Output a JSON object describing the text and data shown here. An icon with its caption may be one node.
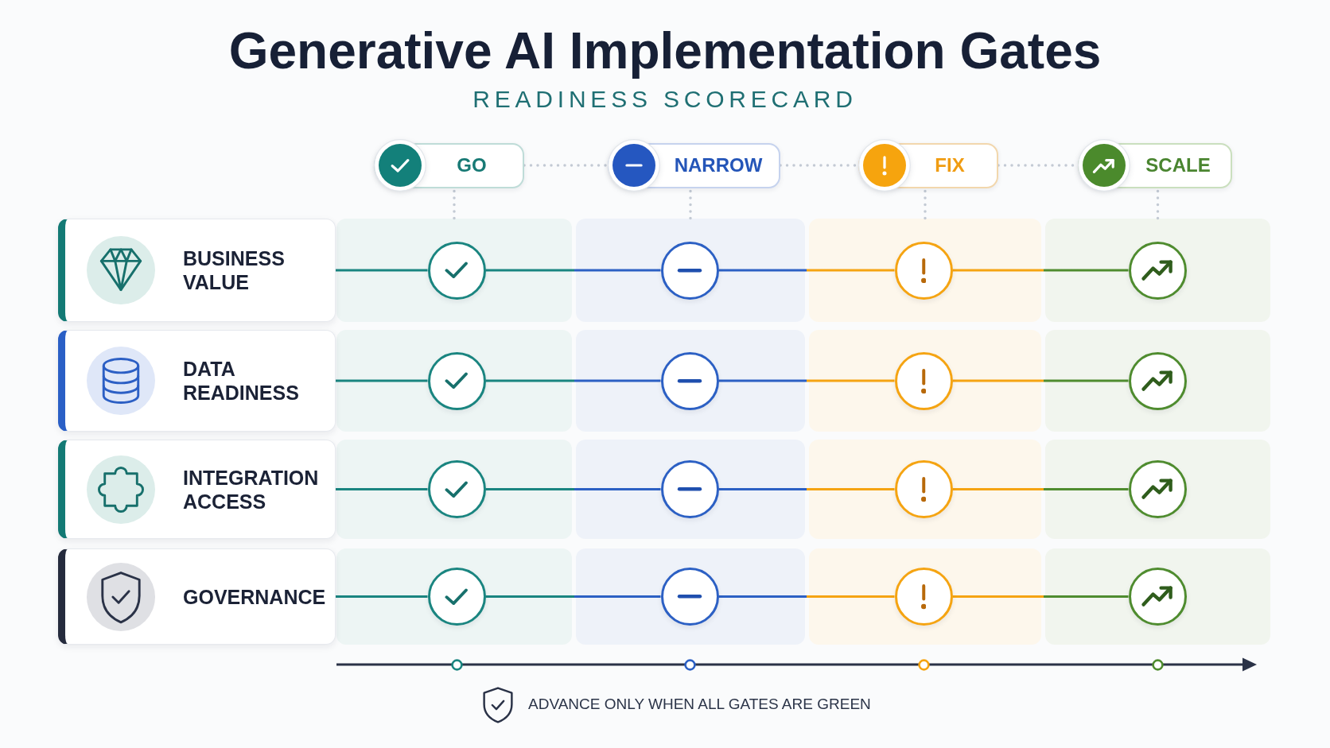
{
  "diagram": {
    "title": "Generative AI Implementation Gates",
    "nodes": [
      {
        "text": [
          "GO"
        ]
      },
      {
        "text": [
          "NARROW"
        ]
      },
      {
        "text": [
          "FIX"
        ]
      },
      {
        "text": [
          "SCALE"
        ]
      },
      {
        "text": [
          "BUSINESS VALUE"
        ]
      },
      {
        "text": [],
        "shape": "box"
      },
      {
        "text": [],
        "shape": "circle",
        "in": 5
      },
      {
        "text": [],
        "shape": "box"
      },
      {
        "text": [],
        "shape": "circle",
        "in": 7
      },
      {
        "text": [],
        "shape": "box"
      },
      {
        "text": [],
        "shape": "circle",
        "in": 9
      },
      {
        "text": [],
        "shape": "box"
      },
      {
        "text": [],
        "shape": "circle",
        "in": 11
      },
      {
        "text": [
          "DATA READINESS"
        ]
      },
      {
        "text": [],
        "shape": "box"
      },
      {
        "text": [],
        "shape": "circle",
        "in": 14
      },
      {
        "text": [],
        "shape": "box"
      },
      {
        "text": [],
        "shape": "circle",
        "in": 16
      },
      {
        "text": [],
        "shape": "box"
      },
      {
        "text": [],
        "shape": "circle",
        "in": 18
      },
      {
        "text": [],
        "shape": "box"
      },
      {
        "text": [],
        "shape": "circle",
        "in": 20
      },
      {
        "text": [
          "INTEGRATION ACCESS"
        ]
      },
      {
        "text": [],
        "shape": "box"
      },
      {
        "text": [],
        "shape": "circle",
        "in": 23
      },
      {
        "text": [],
        "shape": "box"
      },
      {
        "text": [],
        "shape": "circle",
        "in": 25
      },
      {
        "text": [],
        "shape": "box"
      },
      {
        "text": [],
        "shape": "circle",
        "in": 27
      },
      {
        "text": [],
        "shape": "box"
      },
      {
        "text": [],
        "shape": "circle",
        "in": 29
      },
      {
        "text": [
          "GOVERNANCE"
        ]
      },
      {
        "text": [],
        "shape": "box"
      },
      {
        "text": [],
        "shape": "circle",
        "in": 32
      },
      {
        "text": [],
        "shape": "box"
      },
      {
        "text": [],
        "shape": "circle",
        "in": 34
      },
      {
        "text": [],
        "shape": "box"
      },
      {
        "text": [],
        "shape": "circle",
        "in": 36
      },
      {
        "text": [],
        "shape": "box"
      },
      {
        "text": [],
        "shape": "circle",
        "in": 38
      }
    ],
    "edges": [
      {
        "from": 0,
        "to": 1,
        "arrow": "none",
        "style": "dashed",
        "color": "#c3cad4"
      },
      {
        "from": 1,
        "to": 2,
        "arrow": "none",
        "style": "dashed",
        "color": "#c3cad4"
      },
      {
        "from": 2,
        "to": 3,
        "arrow": "none",
        "style": "dashed",
        "color": "#c3cad4"
      },
      {
        "from": 0,
        "to": 5,
        "arrow": "none",
        "style": "dashed",
        "color": "#c3cad4"
      },
      {
        "from": 1,
        "to": 7,
        "arrow": "none",
        "style": "dashed",
        "color": "#c3cad4"
      },
      {
        "from": 2,
        "to": 9,
        "arrow": "none",
        "style": "dashed",
        "color": "#c3cad4"
      },
      {
        "from": 3,
        "to": 11,
        "arrow": "none",
        "style": "dashed",
        "color": "#c3cad4"
      },
      {
        "from": 4,
        "to": 6,
        "arrow": "none",
        "color": "#1a8580"
      },
      {
        "from": 6,
        "to": 8,
        "arrow": "none",
        "color": "#2c60c4"
      },
      {
        "from": 8,
        "to": 10,
        "arrow": "none",
        "color": "#f5a412"
      },
      {
        "from": 10,
        "to": 12,
        "arrow": "none",
        "color": "#4f8c2f"
      },
      {
        "from": 13,
        "to": 15,
        "arrow": "none",
        "color": "#1a8580"
      },
      {
        "from": 15,
        "to": 17,
        "arrow": "none",
        "color": "#2c60c4"
      },
      {
        "from": 17,
        "to": 19,
        "arrow": "none",
        "color": "#f5a412"
      },
      {
        "from": 19,
        "to": 21,
        "arrow": "none",
        "color": "#4f8c2f"
      },
      {
        "from": 22,
        "to": 24,
        "arrow": "none",
        "color": "#1a8580"
      },
      {
        "from": 24,
        "to": 26,
        "arrow": "none",
        "color": "#2c60c4"
      },
      {
        "from": 26,
        "to": 28,
        "arrow": "none",
        "color": "#f5a412"
      },
      {
        "from": 28,
        "to": 30,
        "arrow": "none",
        "color": "#4f8c2f"
      },
      {
        "from": 31,
        "to": 33,
        "arrow": "none",
        "color": "#1a8580"
      },
      {
        "from": 33,
        "to": 35,
        "arrow": "none",
        "color": "#2c60c4"
      },
      {
        "from": 35,
        "to": 37,
        "arrow": "none",
        "color": "#f5a412"
      },
      {
        "from": 37,
        "to": 39,
        "arrow": "none",
        "color": "#4f8c2f"
      }
    ],
    "labels": [
      "READINESS SCORECARD",
      "ADVANCE ONLY WHEN ALL GATES ARE GREEN"
    ]
  }
}
